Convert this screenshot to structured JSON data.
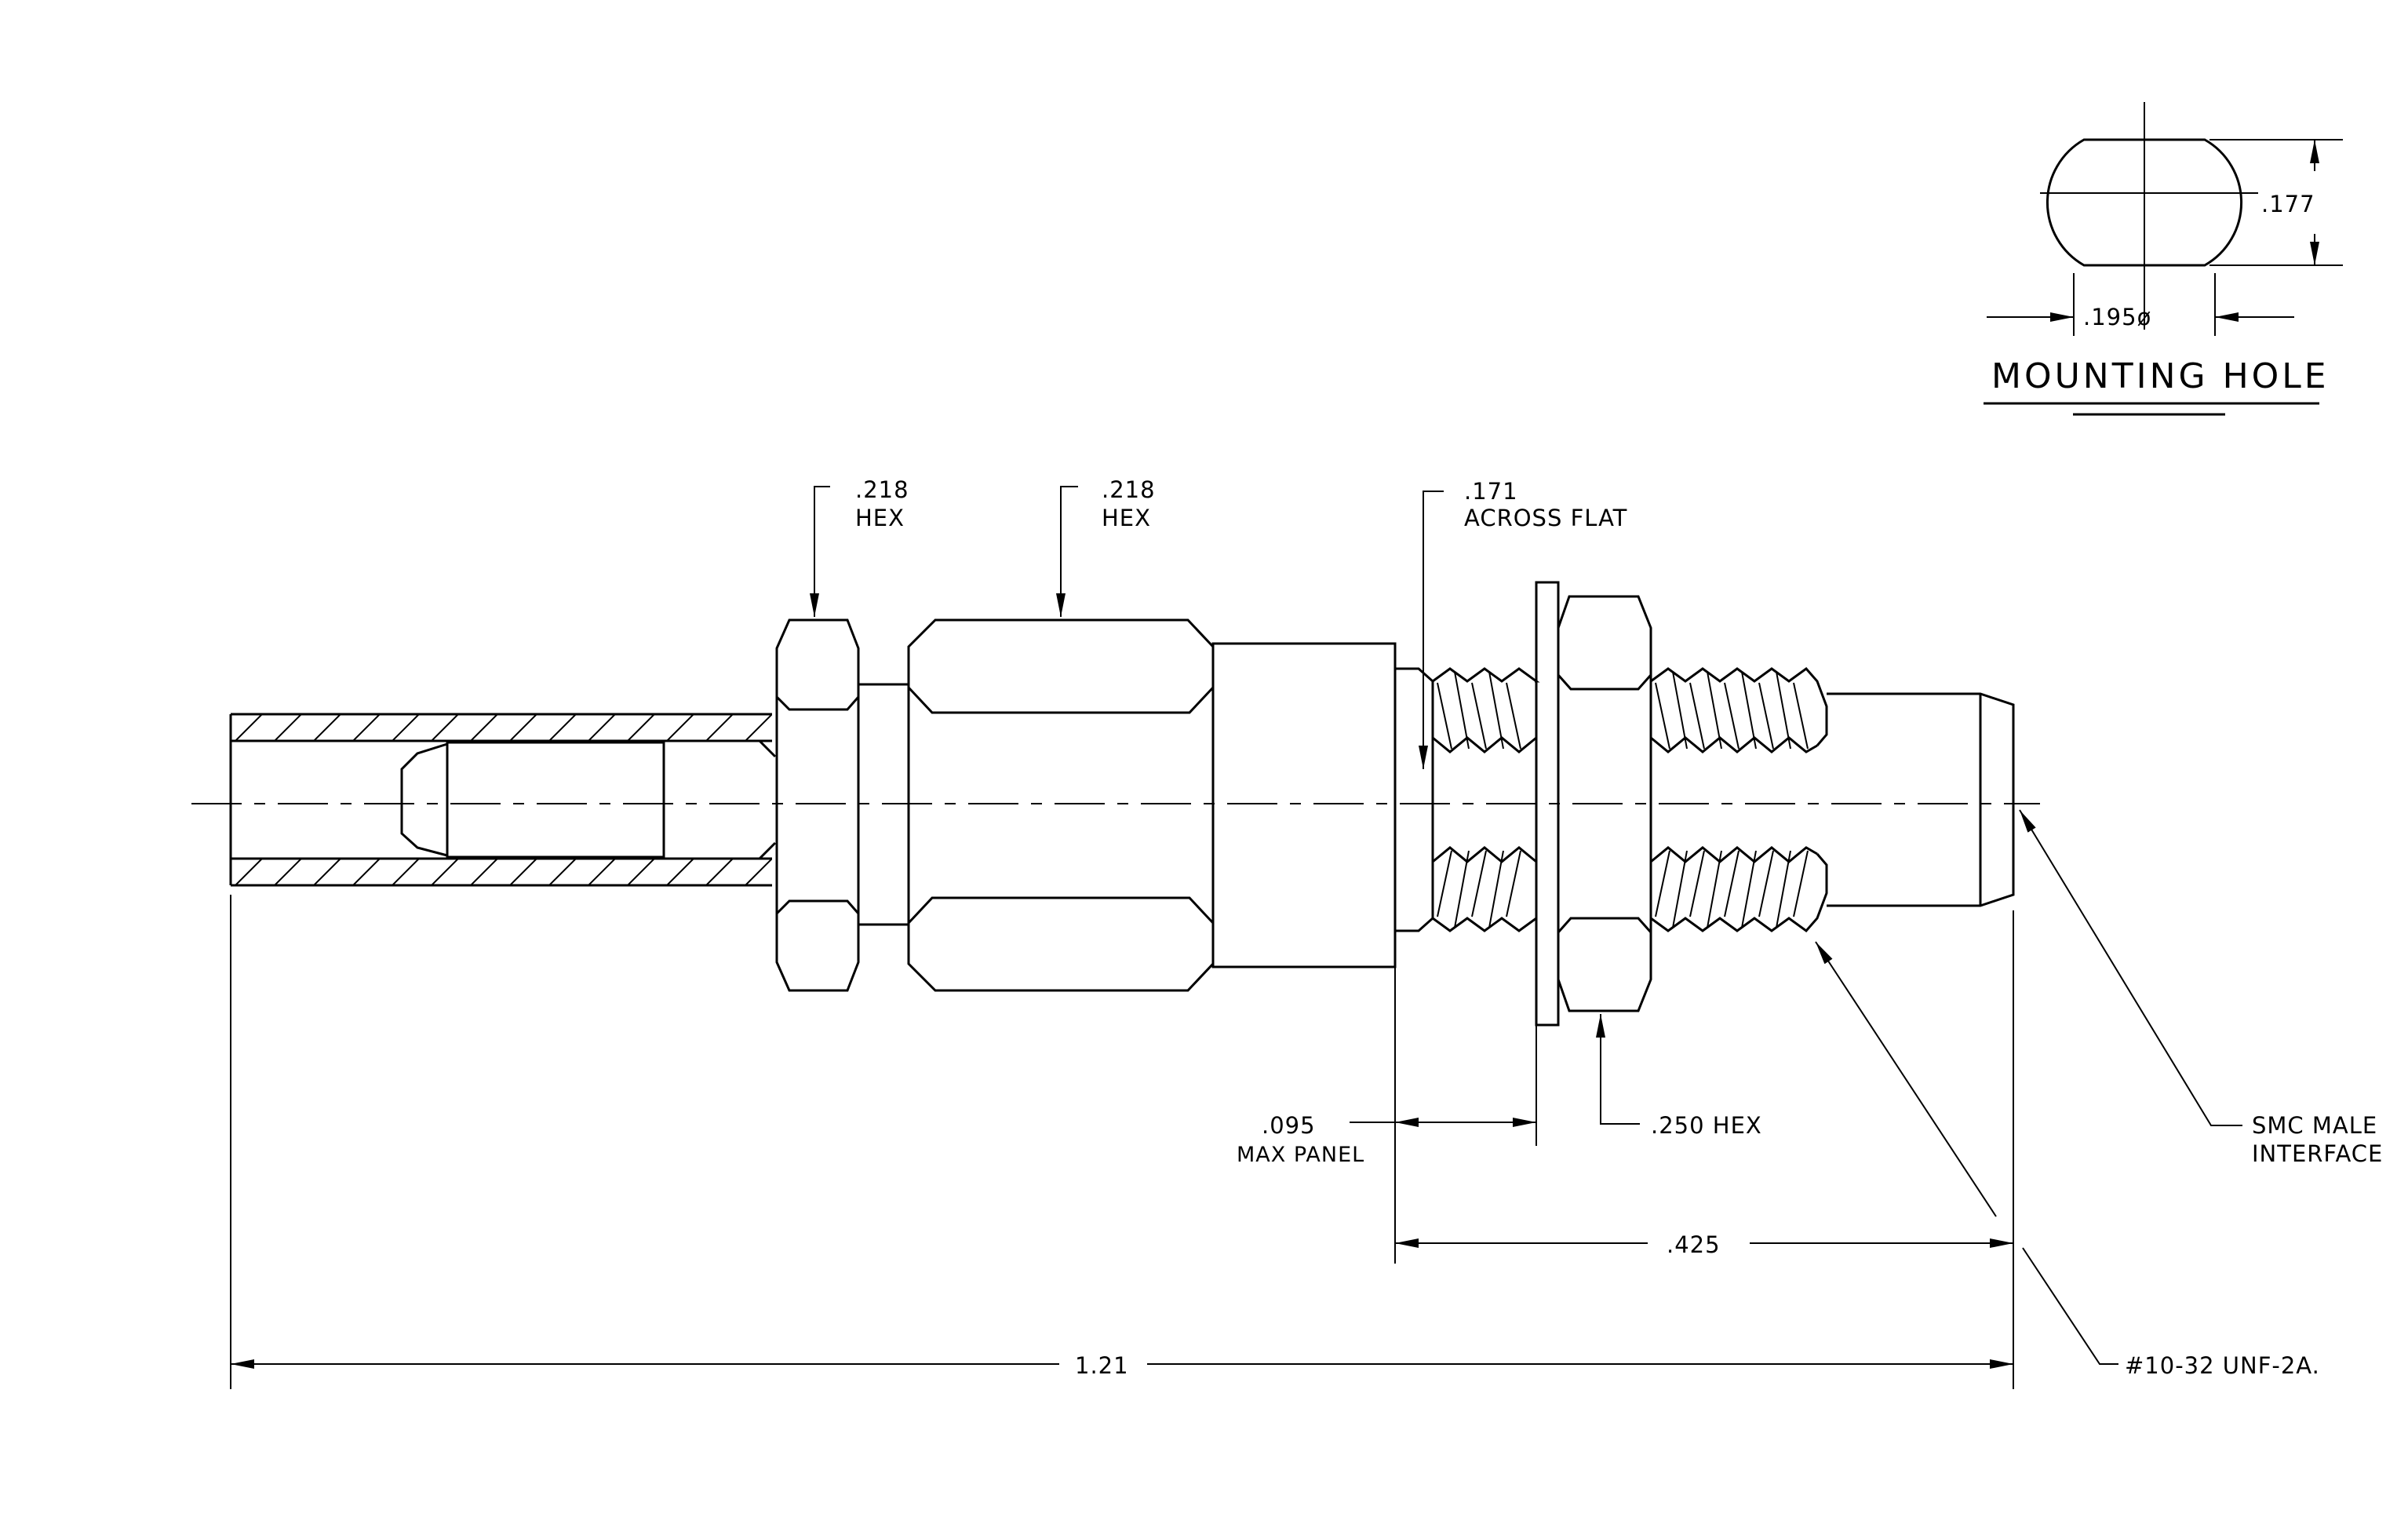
{
  "mounting_hole": {
    "title": "MOUNTING HOLE",
    "height_dim": ".177",
    "diameter_dim": ".195ø"
  },
  "callouts": {
    "hex1": {
      "value": ".218",
      "label": "HEX"
    },
    "hex2": {
      "value": ".218",
      "label": "HEX"
    },
    "flat": {
      "value": ".171",
      "label": "ACROSS FLAT"
    },
    "panel": {
      "value": ".095",
      "label": "MAX PANEL"
    },
    "nut_hex": ".250 HEX",
    "smc": {
      "line1": "SMC MALE",
      "line2": "INTERFACE"
    },
    "thread": "#10-32 UNF-2A."
  },
  "dimensions": {
    "thread_length": ".425",
    "overall_length": "1.21"
  }
}
